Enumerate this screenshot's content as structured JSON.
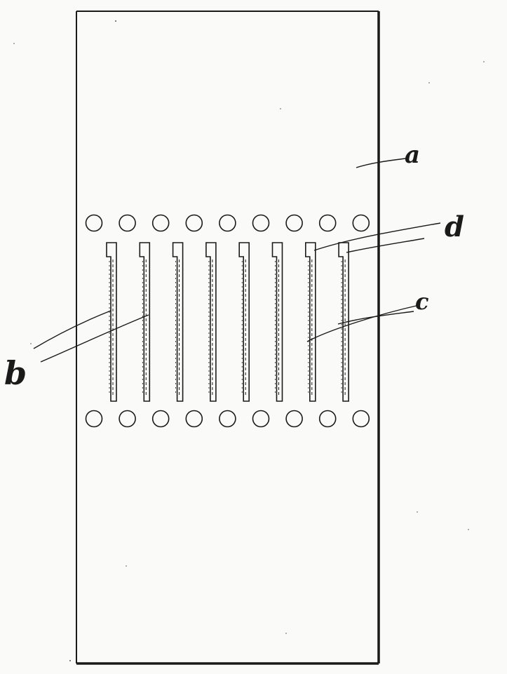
{
  "figure": {
    "labels": {
      "a": "a",
      "b": "b",
      "c": "c",
      "d": "d"
    },
    "holes_per_row": 9,
    "slot_count": 8,
    "ink_color": "#1a1a1a",
    "paper_color": "#fafaf8"
  }
}
